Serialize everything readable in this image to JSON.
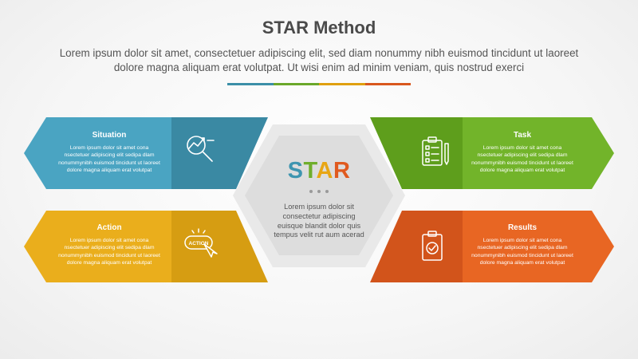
{
  "header": {
    "title": "STAR Method",
    "subtitle": "Lorem ipsum dolor sit amet, consectetuer adipiscing elit, sed diam nonummy nibh euismod tincidunt ut laoreet dolore magna aliquam erat volutpat. Ut wisi enim ad minim veniam, quis nostrud exerci"
  },
  "divider_colors": [
    "#3b8fa8",
    "#6aa82a",
    "#e0a010",
    "#d9571d"
  ],
  "center": {
    "logo_letters": [
      {
        "char": "S",
        "color": "#3e95b0"
      },
      {
        "char": "T",
        "color": "#6fae2c"
      },
      {
        "char": "A",
        "color": "#e8a614"
      },
      {
        "char": "R",
        "color": "#e05a1f"
      }
    ],
    "text": "Lorem ipsum dolor sit consectetur adipiscing euisque blandit dolor quis tempus velit rut aum acerad"
  },
  "cards": {
    "situation": {
      "title": "Situation",
      "text": "Lorem ipsum dolor sit amet cona nsectetuer adipiscing elit sedipa dlam nonummynibh euismod tincidunt ut laoreet dolore magna aliquam erat volutpat",
      "icon": "magnifier-chart-icon",
      "color_dark": "#3a89a3",
      "color_light": "#4aa4c2"
    },
    "task": {
      "title": "Task",
      "text": "Lorem ipsum dolor sit amet cona nsectetuer adipiscing elit sedipa dlam nonummynibh euismod tincidunt ut laoreet dolore magna aliquam erat volutpat",
      "icon": "clipboard-checklist-pencil-icon",
      "color_dark": "#5e9e1c",
      "color_light": "#72b42a"
    },
    "action": {
      "title": "Action",
      "text": "Lorem ipsum dolor sit amet cona nsectetuer adipiscing elit sedipa dlam nonummynibh euismod tincidunt ut laoreet dolore magna aliquam erat volutpat",
      "icon": "action-button-cursor-icon",
      "icon_label": "ACTION",
      "color_dark": "#d69d12",
      "color_light": "#eaae1c"
    },
    "results": {
      "title": "Results",
      "text": "Lorem ipsum dolor sit amet cona nsectetuer adipiscing elit sedipa dlam nonummynibh euismod tincidunt ut laoreet dolore magna aliquam erat volutpat",
      "icon": "clipboard-check-icon",
      "color_dark": "#d2541b",
      "color_light": "#e86623"
    }
  }
}
